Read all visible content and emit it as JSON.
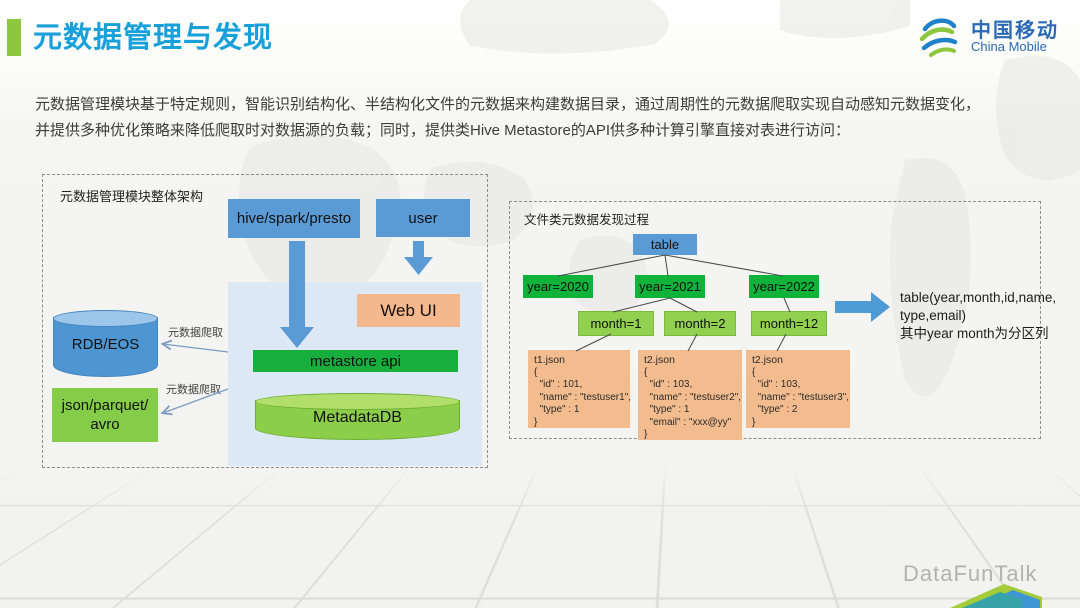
{
  "slide": {
    "title": "元数据管理与发现",
    "intro_line1": "元数据管理模块基于特定规则，智能识别结构化、半结构化文件的元数据来构建数据目录，通过周期性的元数据爬取实现自动感知元数据变化，",
    "intro_line2": "并提供多种优化策略来降低爬取时对数据源的负载；同时，提供类Hive Metastore的API供多种计算引擎直接对表进行访问：",
    "footer_brand": "DataFunTalk"
  },
  "logo": {
    "cn": "中国移动",
    "en": "China Mobile"
  },
  "architecture": {
    "caption": "元数据管理模块整体架构",
    "nodes": {
      "hive": "hive/spark/presto",
      "user": "user",
      "webui": "Web UI",
      "metastore": "metastore api",
      "metadatadb": "MetadataDB",
      "rdb": "RDB/EOS",
      "files": "json/parquet/\navro"
    },
    "crawl_label_top": "元数据爬取",
    "crawl_label_bottom": "元数据爬取"
  },
  "discovery": {
    "caption": "文件类元数据发现过程",
    "root": "table",
    "years": [
      "year=2020",
      "year=2021",
      "year=2022"
    ],
    "months": [
      "month=1",
      "month=2",
      "month=12"
    ],
    "files": [
      {
        "name": "t1.json",
        "body": "{\n  \"id\" : 101,\n  \"name\" : \"testuser1\",\n  \"type\" : 1\n}"
      },
      {
        "name": "t2.json",
        "body": "{\n  \"id\" : 103,\n  \"name\" : \"testuser2\",\n  \"type\" : 1\n  \"email\" : \"xxx@yy\"\n}"
      },
      {
        "name": "t2.json",
        "body": "{\n  \"id\" : 103,\n  \"name\" : \"testuser3\",\n  \"type\" : 2\n}"
      }
    ],
    "note_line1": "table(year,month,id,name,",
    "note_line2": "type,email)",
    "note_line3": "其中year month为分区列"
  },
  "colors": {
    "title_blue": "#18a0db",
    "accent_green": "#8dc63f",
    "node_blue": "#5b9bd5",
    "container_blue": "#dce9f5",
    "webui_orange": "#f5b78c",
    "api_green": "#16ae3c",
    "year_green": "#0fb33a",
    "month_green": "#92d050",
    "file_card_orange": "#f3bc8e",
    "brand_gray": "#b2b2b0",
    "logo_blue": "#2a69b3"
  }
}
